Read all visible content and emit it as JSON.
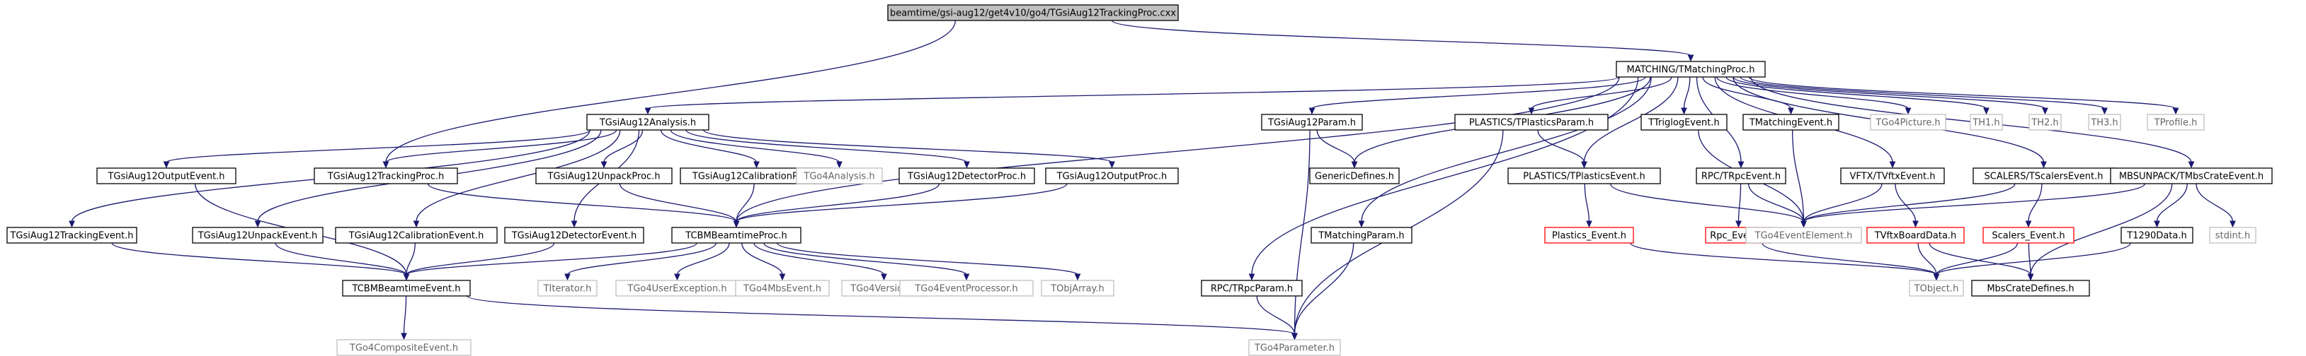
{
  "colors": {
    "default_border": "#000000",
    "gray_border": "#bfbfbf",
    "red_border": "#ff0000",
    "root_fill": "#bfbfbf",
    "text_normal": "#000000",
    "text_gray": "#666666",
    "edge": "#191970"
  },
  "nodes": [
    {
      "id": "root",
      "label": "beamtime/gsi-aug12/get4v10/go4/TGsiAug12TrackingProc.cxx",
      "style": "root"
    },
    {
      "id": "matching",
      "label": "MATCHING/TMatchingProc.h",
      "style": "normal"
    },
    {
      "id": "analysis",
      "label": "TGsiAug12Analysis.h",
      "style": "normal"
    },
    {
      "id": "param",
      "label": "TGsiAug12Param.h",
      "style": "normal"
    },
    {
      "id": "plasticsParam",
      "label": "PLASTICS/TPlasticsParam.h",
      "style": "normal"
    },
    {
      "id": "trigglog",
      "label": "TTriglogEvent.h",
      "style": "normal"
    },
    {
      "id": "matchEvt",
      "label": "TMatchingEvent.h",
      "style": "normal"
    },
    {
      "id": "picture",
      "label": "TGo4Picture.h",
      "style": "gray"
    },
    {
      "id": "th1",
      "label": "TH1.h",
      "style": "gray"
    },
    {
      "id": "th2",
      "label": "TH2.h",
      "style": "gray"
    },
    {
      "id": "th3",
      "label": "TH3.h",
      "style": "gray"
    },
    {
      "id": "tprofile",
      "label": "TProfile.h",
      "style": "gray"
    },
    {
      "id": "outEvt",
      "label": "TGsiAug12OutputEvent.h",
      "style": "normal"
    },
    {
      "id": "trackProc",
      "label": "TGsiAug12TrackingProc.h",
      "style": "normal"
    },
    {
      "id": "unpackProc",
      "label": "TGsiAug12UnpackProc.h",
      "style": "normal"
    },
    {
      "id": "calibProc",
      "label": "TGsiAug12CalibrationProc.h",
      "style": "normal"
    },
    {
      "id": "go4Analysis",
      "label": "TGo4Analysis.h",
      "style": "gray"
    },
    {
      "id": "detProc",
      "label": "TGsiAug12DetectorProc.h",
      "style": "normal"
    },
    {
      "id": "outProc",
      "label": "TGsiAug12OutputProc.h",
      "style": "normal"
    },
    {
      "id": "generic",
      "label": "GenericDefines.h",
      "style": "normal"
    },
    {
      "id": "plasticsEvt",
      "label": "PLASTICS/TPlasticsEvent.h",
      "style": "normal"
    },
    {
      "id": "rpcEvt",
      "label": "RPC/TRpcEvent.h",
      "style": "normal"
    },
    {
      "id": "vftxEvt",
      "label": "VFTX/TVftxEvent.h",
      "style": "normal"
    },
    {
      "id": "scalersEvt",
      "label": "SCALERS/TScalersEvent.h",
      "style": "normal"
    },
    {
      "id": "mbsCrate",
      "label": "MBSUNPACK/TMbsCrateEvent.h",
      "style": "normal"
    },
    {
      "id": "trackEvt",
      "label": "TGsiAug12TrackingEvent.h",
      "style": "normal"
    },
    {
      "id": "unpackEvt",
      "label": "TGsiAug12UnpackEvent.h",
      "style": "normal"
    },
    {
      "id": "calibEvt",
      "label": "TGsiAug12CalibrationEvent.h",
      "style": "normal"
    },
    {
      "id": "detEvt",
      "label": "TGsiAug12DetectorEvent.h",
      "style": "normal"
    },
    {
      "id": "tcbmProc",
      "label": "TCBMBeamtimeProc.h",
      "style": "normal"
    },
    {
      "id": "matchParam",
      "label": "TMatchingParam.h",
      "style": "normal"
    },
    {
      "id": "plasticsE",
      "label": "Plastics_Event.h",
      "style": "red"
    },
    {
      "id": "rpcE",
      "label": "Rpc_Event.h",
      "style": "red"
    },
    {
      "id": "go4EvtElem",
      "label": "TGo4EventElement.h",
      "style": "gray"
    },
    {
      "id": "vftxBoard",
      "label": "TVftxBoardData.h",
      "style": "red"
    },
    {
      "id": "scalersE",
      "label": "Scalers_Event.h",
      "style": "red"
    },
    {
      "id": "t1290",
      "label": "T1290Data.h",
      "style": "normal"
    },
    {
      "id": "stdint",
      "label": "stdint.h",
      "style": "gray"
    },
    {
      "id": "tcbmEvt",
      "label": "TCBMBeamtimeEvent.h",
      "style": "normal"
    },
    {
      "id": "titerator",
      "label": "TIterator.h",
      "style": "gray"
    },
    {
      "id": "userExc",
      "label": "TGo4UserException.h",
      "style": "gray"
    },
    {
      "id": "mbsEvent",
      "label": "TGo4MbsEvent.h",
      "style": "gray"
    },
    {
      "id": "version",
      "label": "TGo4Version.h",
      "style": "gray"
    },
    {
      "id": "evtProc",
      "label": "TGo4EventProcessor.h",
      "style": "gray"
    },
    {
      "id": "objArray",
      "label": "TObjArray.h",
      "style": "gray"
    },
    {
      "id": "rpcParam",
      "label": "RPC/TRpcParam.h",
      "style": "normal"
    },
    {
      "id": "tobject",
      "label": "TObject.h",
      "style": "gray"
    },
    {
      "id": "mbsCrateDef",
      "label": "MbsCrateDefines.h",
      "style": "normal"
    },
    {
      "id": "composite",
      "label": "TGo4CompositeEvent.h",
      "style": "gray"
    },
    {
      "id": "go4Param",
      "label": "TGo4Parameter.h",
      "style": "gray"
    }
  ],
  "edges": [
    [
      "root",
      "matching"
    ],
    [
      "root",
      "trackProc"
    ],
    [
      "matching",
      "analysis"
    ],
    [
      "matching",
      "param"
    ],
    [
      "matching",
      "plasticsParam"
    ],
    [
      "matching",
      "trigglog"
    ],
    [
      "matching",
      "matchEvt"
    ],
    [
      "matching",
      "picture"
    ],
    [
      "matching",
      "th1"
    ],
    [
      "matching",
      "th2"
    ],
    [
      "matching",
      "th3"
    ],
    [
      "matching",
      "tprofile"
    ],
    [
      "matching",
      "mbsCrate"
    ],
    [
      "matching",
      "generic"
    ],
    [
      "matching",
      "plasticsEvt"
    ],
    [
      "matching",
      "rpcEvt"
    ],
    [
      "matching",
      "vftxEvt"
    ],
    [
      "matching",
      "scalersEvt"
    ],
    [
      "matching",
      "matchParam"
    ],
    [
      "matching",
      "rpcParam"
    ],
    [
      "matching",
      "tcbmProc"
    ],
    [
      "analysis",
      "outEvt"
    ],
    [
      "analysis",
      "trackProc"
    ],
    [
      "analysis",
      "unpackProc"
    ],
    [
      "analysis",
      "calibProc"
    ],
    [
      "analysis",
      "go4Analysis"
    ],
    [
      "analysis",
      "detProc"
    ],
    [
      "analysis",
      "outProc"
    ],
    [
      "analysis",
      "trackEvt"
    ],
    [
      "analysis",
      "unpackEvt"
    ],
    [
      "analysis",
      "calibEvt"
    ],
    [
      "analysis",
      "detEvt"
    ],
    [
      "param",
      "generic"
    ],
    [
      "param",
      "go4Param"
    ],
    [
      "plasticsParam",
      "plasticsEvt"
    ],
    [
      "plasticsParam",
      "go4Param"
    ],
    [
      "trigglog",
      "go4EvtElem"
    ],
    [
      "matchEvt",
      "go4EvtElem"
    ],
    [
      "outEvt",
      "tcbmEvt"
    ],
    [
      "trackProc",
      "tcbmProc"
    ],
    [
      "unpackProc",
      "tcbmProc"
    ],
    [
      "calibProc",
      "tcbmProc"
    ],
    [
      "detProc",
      "tcbmProc"
    ],
    [
      "outProc",
      "tcbmProc"
    ],
    [
      "plasticsEvt",
      "plasticsE"
    ],
    [
      "plasticsEvt",
      "go4EvtElem"
    ],
    [
      "rpcEvt",
      "rpcE"
    ],
    [
      "rpcEvt",
      "go4EvtElem"
    ],
    [
      "vftxEvt",
      "go4EvtElem"
    ],
    [
      "vftxEvt",
      "vftxBoard"
    ],
    [
      "scalersEvt",
      "go4EvtElem"
    ],
    [
      "scalersEvt",
      "scalersE"
    ],
    [
      "mbsCrate",
      "go4EvtElem"
    ],
    [
      "mbsCrate",
      "t1290"
    ],
    [
      "mbsCrate",
      "stdint"
    ],
    [
      "mbsCrate",
      "mbsCrateDef"
    ],
    [
      "trackEvt",
      "tcbmEvt"
    ],
    [
      "unpackEvt",
      "tcbmEvt"
    ],
    [
      "calibEvt",
      "tcbmEvt"
    ],
    [
      "detEvt",
      "tcbmEvt"
    ],
    [
      "tcbmProc",
      "tcbmEvt"
    ],
    [
      "tcbmProc",
      "titerator"
    ],
    [
      "tcbmProc",
      "userExc"
    ],
    [
      "tcbmProc",
      "mbsEvent"
    ],
    [
      "tcbmProc",
      "version"
    ],
    [
      "tcbmProc",
      "evtProc"
    ],
    [
      "tcbmProc",
      "objArray"
    ],
    [
      "matchParam",
      "go4Param"
    ],
    [
      "rpcParam",
      "go4Param"
    ],
    [
      "plasticsE",
      "tobject"
    ],
    [
      "rpcE",
      "tobject"
    ],
    [
      "vftxBoard",
      "tobject"
    ],
    [
      "vftxBoard",
      "mbsCrateDef"
    ],
    [
      "scalersE",
      "tobject"
    ],
    [
      "scalersE",
      "mbsCrateDef"
    ],
    [
      "t1290",
      "tobject"
    ],
    [
      "tcbmEvt",
      "composite"
    ],
    [
      "tcbmEvt",
      "go4Param"
    ]
  ]
}
